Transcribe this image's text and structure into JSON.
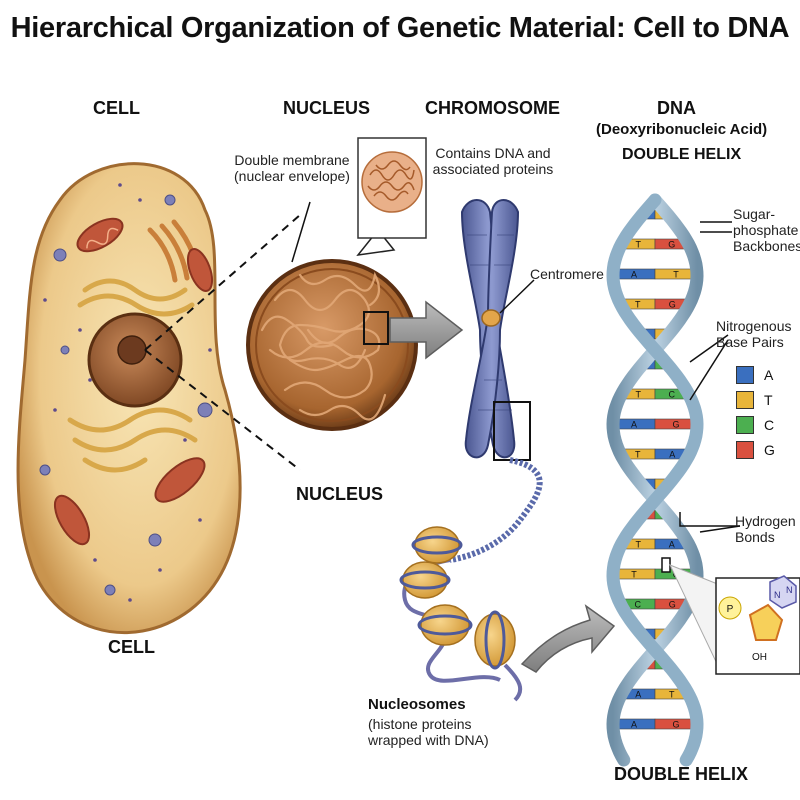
{
  "title": "Hierarchical Organization of Genetic Material: Cell to DNA",
  "columns": {
    "cell": {
      "heading": "CELL",
      "footer": "CELL"
    },
    "nucleus": {
      "heading": "NUCLEUS",
      "footer": "NUCLEUS",
      "membrane_note": "Double membrane\n(nuclear envelope)"
    },
    "chromosome": {
      "heading": "CHROMOSOME",
      "note": "Contains DNA and\nassociated proteins",
      "centromere": "Centromere"
    },
    "dna": {
      "heading": "DNA",
      "subheading": "(Deoxyribonucleic Acid)",
      "heading2": "DOUBLE HELIX",
      "footer": "DOUBLE HELIX"
    }
  },
  "callouts": {
    "backbones": "Sugar-\nphosphate\nBackbones",
    "base_pairs": "Nitrogenous\nBase Pairs",
    "hydrogen_bonds": "Hydrogen\nBonds",
    "nucleosomes_title": "Nucleosomes",
    "nucleosomes_note": "(histone proteins\nwrapped with DNA)"
  },
  "legend": [
    {
      "letter": "A",
      "color": "#3a6fbf"
    },
    {
      "letter": "T",
      "color": "#e8b53a"
    },
    {
      "letter": "C",
      "color": "#4caf50"
    },
    {
      "letter": "G",
      "color": "#d9503f"
    }
  ],
  "base_pairs": [
    [
      "A",
      "T"
    ],
    [
      "T",
      "G"
    ],
    [
      "A",
      "T"
    ],
    [
      "T",
      "G"
    ],
    [
      "A",
      "T"
    ],
    [
      "A",
      "C"
    ],
    [
      "T",
      "C"
    ],
    [
      "A",
      "G"
    ],
    [
      "T",
      "A"
    ],
    [
      "A",
      "T"
    ],
    [
      "G",
      "C"
    ],
    [
      "T",
      "A"
    ],
    [
      "T",
      "C"
    ],
    [
      "C",
      "G"
    ],
    [
      "A",
      "T"
    ],
    [
      "G",
      "C"
    ],
    [
      "A",
      "T"
    ],
    [
      "A",
      "G"
    ]
  ],
  "molecule": {
    "phosphate": "P",
    "oh": "OH",
    "n1": "N",
    "n2": "N"
  }
}
